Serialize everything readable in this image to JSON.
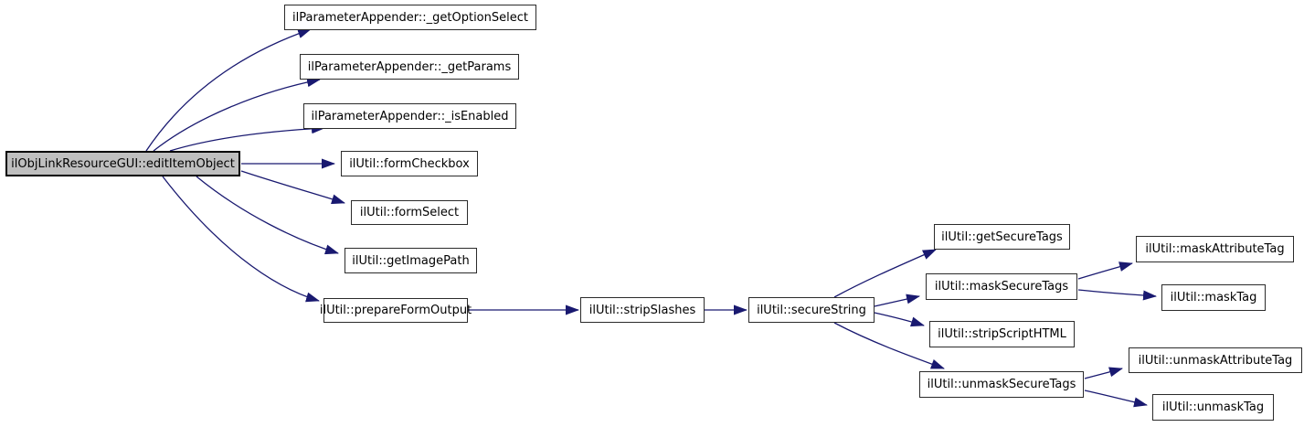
{
  "diagram": {
    "type": "call-graph",
    "direction": "left-to-right",
    "colors": {
      "background": "#ffffff",
      "edge": "#191970",
      "node_fill": "#ffffff",
      "node_border": "#2b2b2b",
      "root_fill": "#bfbfbf",
      "text": "#000000"
    },
    "nodes": [
      {
        "id": "editItemObject",
        "label": "ilObjLinkResourceGUI::editItemObject",
        "root": true
      },
      {
        "id": "getOptionSelect",
        "label": "ilParameterAppender::_getOptionSelect"
      },
      {
        "id": "getParams",
        "label": "ilParameterAppender::_getParams"
      },
      {
        "id": "isEnabled",
        "label": "ilParameterAppender::_isEnabled"
      },
      {
        "id": "formCheckbox",
        "label": "ilUtil::formCheckbox"
      },
      {
        "id": "formSelect",
        "label": "ilUtil::formSelect"
      },
      {
        "id": "getImagePath",
        "label": "ilUtil::getImagePath"
      },
      {
        "id": "prepareFormOutput",
        "label": "ilUtil::prepareFormOutput"
      },
      {
        "id": "stripSlashes",
        "label": "ilUtil::stripSlashes"
      },
      {
        "id": "secureString",
        "label": "ilUtil::secureString"
      },
      {
        "id": "getSecureTags",
        "label": "ilUtil::getSecureTags"
      },
      {
        "id": "maskSecureTags",
        "label": "ilUtil::maskSecureTags"
      },
      {
        "id": "stripScriptHTML",
        "label": "ilUtil::stripScriptHTML"
      },
      {
        "id": "unmaskSecureTags",
        "label": "ilUtil::unmaskSecureTags"
      },
      {
        "id": "maskAttributeTag",
        "label": "ilUtil::maskAttributeTag"
      },
      {
        "id": "maskTag",
        "label": "ilUtil::maskTag"
      },
      {
        "id": "unmaskAttributeTag",
        "label": "ilUtil::unmaskAttributeTag"
      },
      {
        "id": "unmaskTag",
        "label": "ilUtil::unmaskTag"
      }
    ],
    "edges": [
      {
        "from": "editItemObject",
        "to": "getOptionSelect"
      },
      {
        "from": "editItemObject",
        "to": "getParams"
      },
      {
        "from": "editItemObject",
        "to": "isEnabled"
      },
      {
        "from": "editItemObject",
        "to": "formCheckbox"
      },
      {
        "from": "editItemObject",
        "to": "formSelect"
      },
      {
        "from": "editItemObject",
        "to": "getImagePath"
      },
      {
        "from": "editItemObject",
        "to": "prepareFormOutput"
      },
      {
        "from": "prepareFormOutput",
        "to": "stripSlashes"
      },
      {
        "from": "stripSlashes",
        "to": "secureString"
      },
      {
        "from": "secureString",
        "to": "getSecureTags"
      },
      {
        "from": "secureString",
        "to": "maskSecureTags"
      },
      {
        "from": "secureString",
        "to": "stripScriptHTML"
      },
      {
        "from": "secureString",
        "to": "unmaskSecureTags"
      },
      {
        "from": "maskSecureTags",
        "to": "maskAttributeTag"
      },
      {
        "from": "maskSecureTags",
        "to": "maskTag"
      },
      {
        "from": "unmaskSecureTags",
        "to": "unmaskAttributeTag"
      },
      {
        "from": "unmaskSecureTags",
        "to": "unmaskTag"
      }
    ]
  }
}
